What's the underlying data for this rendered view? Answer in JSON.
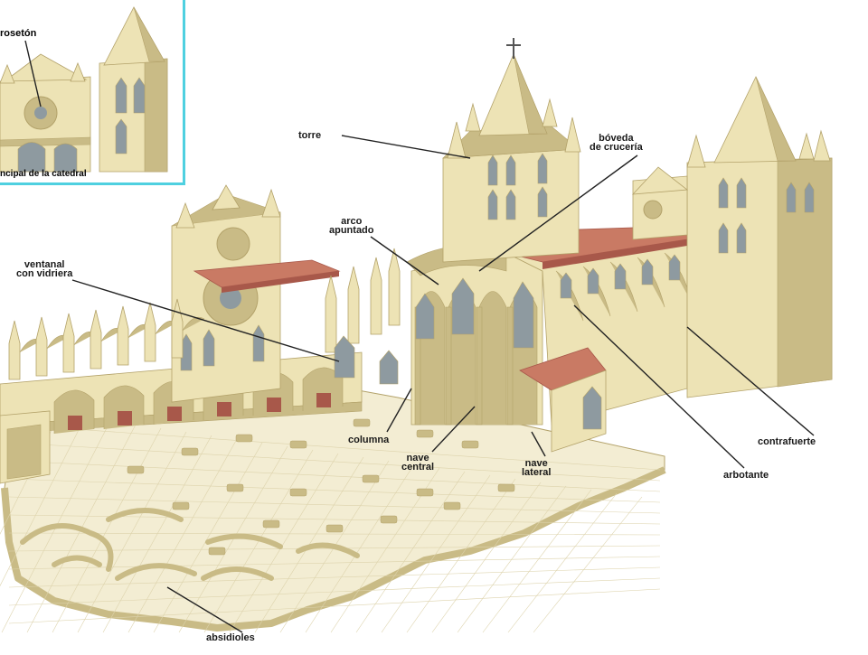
{
  "colors": {
    "stone": "#ede3b5",
    "stone_dark": "#c9bb86",
    "stone_shadow": "#b3a26a",
    "roof": "#c97a64",
    "roof_dark": "#a8584a",
    "floor": "#f3edd3",
    "floor_line": "#ddd3ac",
    "window": "#8e9aa0",
    "inset_border": "#4fd0e0",
    "leader": "#222222"
  },
  "inset": {
    "title": "rosetón",
    "caption": "ncipal de la catedral"
  },
  "labels": {
    "torre": "torre",
    "boveda_1": "bóveda",
    "boveda_2": "de crucería",
    "arco_1": "arco",
    "arco_2": "apuntado",
    "ventanal_1": "ventanal",
    "ventanal_2": "con vidriera",
    "columna": "columna",
    "nave_central_1": "nave",
    "nave_central_2": "central",
    "nave_lateral_1": "nave",
    "nave_lateral_2": "lateral",
    "contrafuerte": "contrafuerte",
    "arbotante": "arbotante",
    "absidioles": "absidioles"
  }
}
